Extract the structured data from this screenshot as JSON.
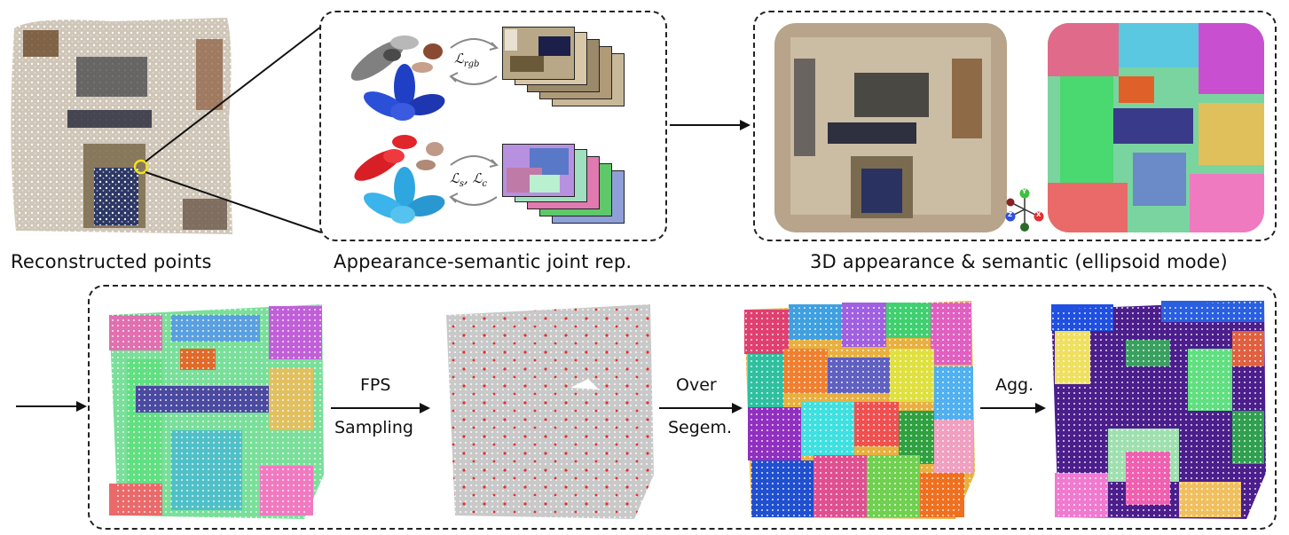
{
  "captions": {
    "reconstructed": "Reconstructed points",
    "joint_rep": "Appearance-semantic joint rep.",
    "appearance_semantic": "3D appearance & semantic (ellipsoid mode)"
  },
  "losses": {
    "rgb_main": "ℒ",
    "rgb_sub": "rgb",
    "sem_main1": "ℒ",
    "sem_sub1": "s",
    "sem_sep": ", ",
    "sem_main2": "ℒ",
    "sem_sub2": "c"
  },
  "steps": {
    "fps_line1": "FPS",
    "fps_line2": "Sampling",
    "over_line1": "Over",
    "over_line2": "Segem.",
    "agg": "Agg."
  },
  "axes": {
    "y": "Y",
    "x": "X",
    "z": "Z"
  },
  "colors": {
    "rgb_ellipsoid_blue": "#1f3fc4",
    "semantic_red": "#e0262b",
    "semantic_cyan": "#2ea6e0",
    "purple_class": "#4b1e8c",
    "fps_gray": "#c9c9c9"
  }
}
